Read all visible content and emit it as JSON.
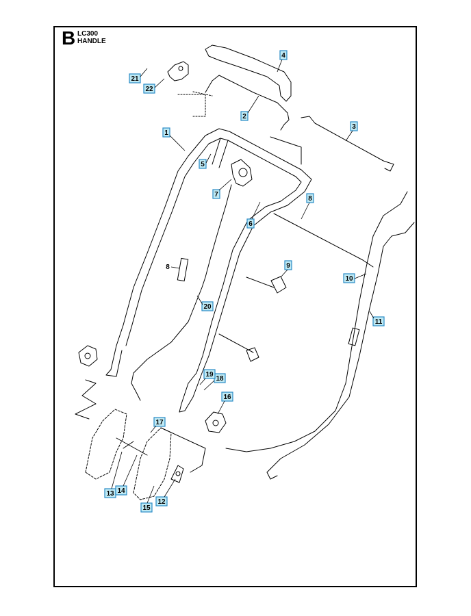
{
  "header": {
    "section": "B",
    "model": "LC300",
    "name": "HANDLE"
  },
  "callouts": [
    {
      "id": "c1",
      "label": "1",
      "boxed": true
    },
    {
      "id": "c2",
      "label": "2",
      "boxed": true
    },
    {
      "id": "c3",
      "label": "3",
      "boxed": true
    },
    {
      "id": "c4",
      "label": "4",
      "boxed": true
    },
    {
      "id": "c5",
      "label": "5",
      "boxed": true
    },
    {
      "id": "c6",
      "label": "6",
      "boxed": true
    },
    {
      "id": "c7",
      "label": "7",
      "boxed": true
    },
    {
      "id": "c8a",
      "label": "8",
      "boxed": true
    },
    {
      "id": "c8b",
      "label": "8",
      "boxed": false
    },
    {
      "id": "c9",
      "label": "9",
      "boxed": true
    },
    {
      "id": "c10",
      "label": "10",
      "boxed": true
    },
    {
      "id": "c11",
      "label": "11",
      "boxed": true
    },
    {
      "id": "c12",
      "label": "12",
      "boxed": true
    },
    {
      "id": "c13",
      "label": "13",
      "boxed": true
    },
    {
      "id": "c14",
      "label": "14",
      "boxed": true
    },
    {
      "id": "c15",
      "label": "15",
      "boxed": true
    },
    {
      "id": "c16",
      "label": "16",
      "boxed": true
    },
    {
      "id": "c17",
      "label": "17",
      "boxed": true
    },
    {
      "id": "c18",
      "label": "18",
      "boxed": true
    },
    {
      "id": "c19",
      "label": "19",
      "boxed": true
    },
    {
      "id": "c20",
      "label": "20",
      "boxed": true
    },
    {
      "id": "c21",
      "label": "21",
      "boxed": true
    },
    {
      "id": "c22",
      "label": "22",
      "boxed": true
    }
  ]
}
